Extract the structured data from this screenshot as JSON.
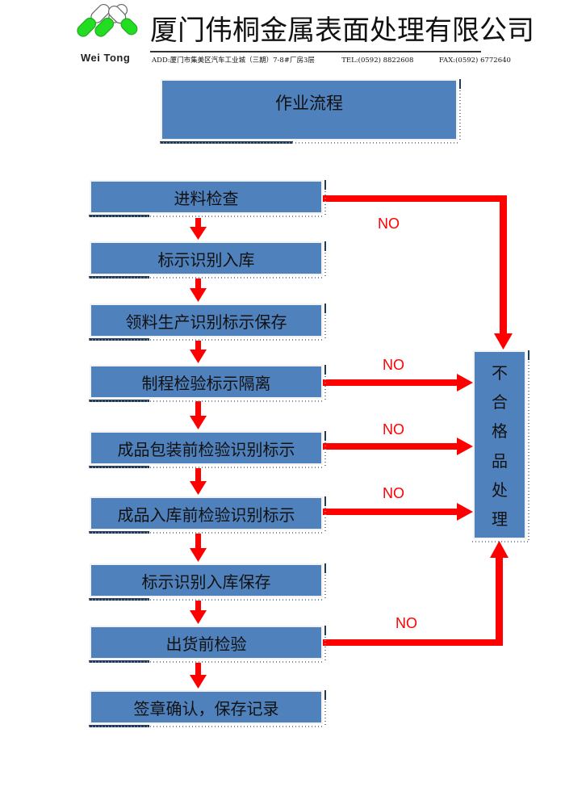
{
  "header": {
    "logo_text": "Wei Tong",
    "company_name": "厦门伟桐金属表面处理有限公司",
    "address": "ADD:厦门市集美区汽车工业城（三期）7-8#厂房3层",
    "tel": "TEL:(0592) 8822608",
    "fax": "FAX:(0592) 6772640"
  },
  "diagram": {
    "title": "作业流程",
    "steps": [
      {
        "label": "进料检查"
      },
      {
        "label": "标示识别入库"
      },
      {
        "label": "领料生产识别标示保存"
      },
      {
        "label": "制程检验标示隔离"
      },
      {
        "label": "成品包装前检验识别标示"
      },
      {
        "label": "成品入库前检验识别标示"
      },
      {
        "label": "标示识别入库保存"
      },
      {
        "label": "出货前检验"
      },
      {
        "label": "签章确认，保存记录"
      }
    ],
    "reject_box": {
      "label_chars": [
        "不",
        "合",
        "格",
        "品",
        "处",
        "理"
      ]
    },
    "reject_edges": [
      {
        "from_step": 1,
        "label": "NO"
      },
      {
        "from_step": 4,
        "label": "NO"
      },
      {
        "from_step": 5,
        "label": "NO"
      },
      {
        "from_step": 6,
        "label": "NO"
      },
      {
        "from_step": 8,
        "label": "NO"
      }
    ],
    "colors": {
      "box_fill": "#4f81bd",
      "arrow": "#ff0000",
      "logo_green": "#22dd22"
    }
  }
}
